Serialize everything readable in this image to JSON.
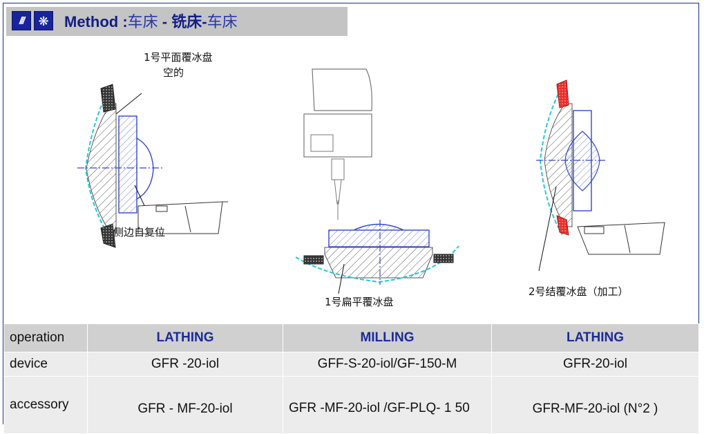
{
  "header": {
    "method_label": "Method :",
    "step1": "车床",
    "sep1": " - ",
    "step2": "铣床-",
    "step3": "车床"
  },
  "diagram": {
    "label_plate1_empty_line1": "1号平面覆冰盘",
    "label_plate1_empty_line2": "空的",
    "label_side_reset": "侧边自复位",
    "label_plate1_flat": "1号扁平覆冰盘",
    "label_plate2_machining": "2号结覆冰盘（加工）"
  },
  "table": {
    "headers": [
      "operation",
      "LATHING",
      "MILLING",
      "LATHING"
    ],
    "rows": [
      {
        "label": "device",
        "cells": [
          "GFR -20-iol",
          "GFF-S-20-iol/GF-150-M",
          "GFR-20-iol"
        ]
      },
      {
        "label": "accessory",
        "cells": [
          "GFR  - MF-20-iol",
          "GFR -MF-20-iol /GF-PLQ- 1 50",
          "GFR-MF-20-iol (N°2 )"
        ]
      }
    ]
  },
  "colors": {
    "accent_blue": "#1c2a9a",
    "cyan_outline": "#22c8d8",
    "red_fill": "#e8302c",
    "lens_blue": "#3346c8"
  }
}
